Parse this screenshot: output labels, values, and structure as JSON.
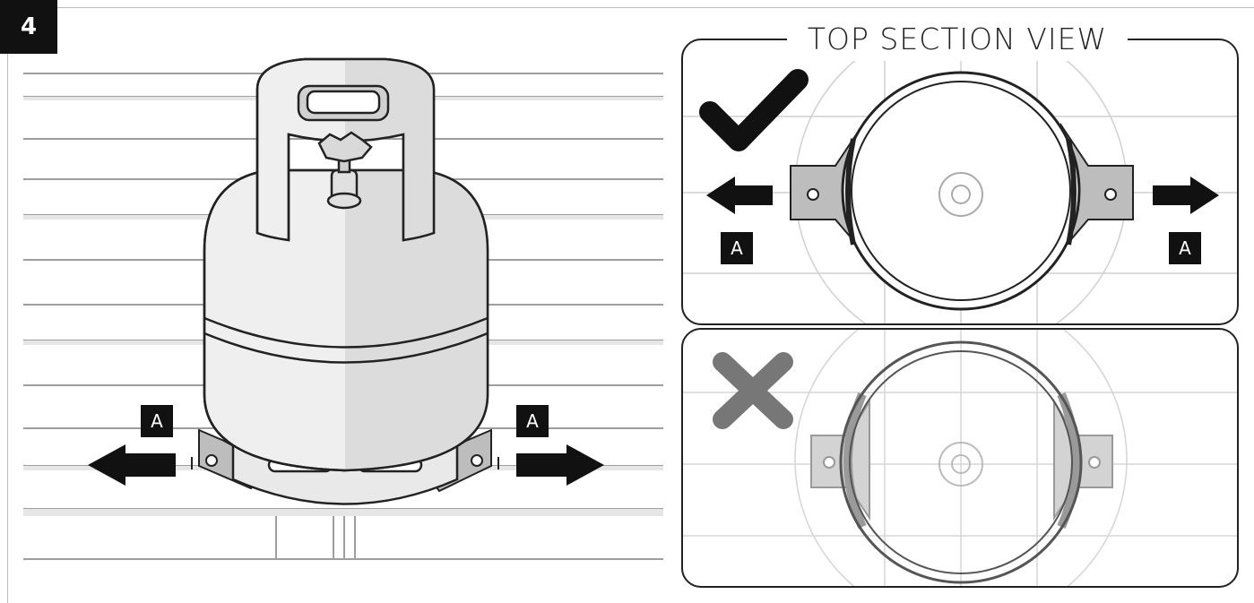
{
  "step": {
    "number": "4"
  },
  "top_view": {
    "title": "TOP SECTION VIEW"
  },
  "labels": {
    "left_arrow": "A",
    "right_arrow": "A",
    "section_left": "A",
    "section_right": "A"
  },
  "status": {
    "correct": "check-mark-icon",
    "incorrect": "cross-mark-icon"
  },
  "colors": {
    "ink": "#222222",
    "fill": "#e9e9e9",
    "shade": "#d6d6d6",
    "badge": "#111111",
    "cross": "#777777"
  }
}
